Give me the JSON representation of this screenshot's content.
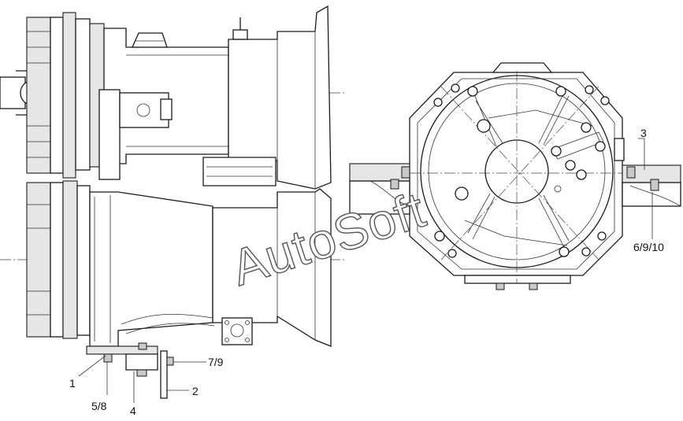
{
  "watermark": "AutoSoft",
  "callouts": {
    "c1": "1",
    "c2": "2",
    "c3": "3",
    "c4": "4",
    "c58": "5/8",
    "c79": "7/9",
    "c6910": "6/9/10"
  }
}
